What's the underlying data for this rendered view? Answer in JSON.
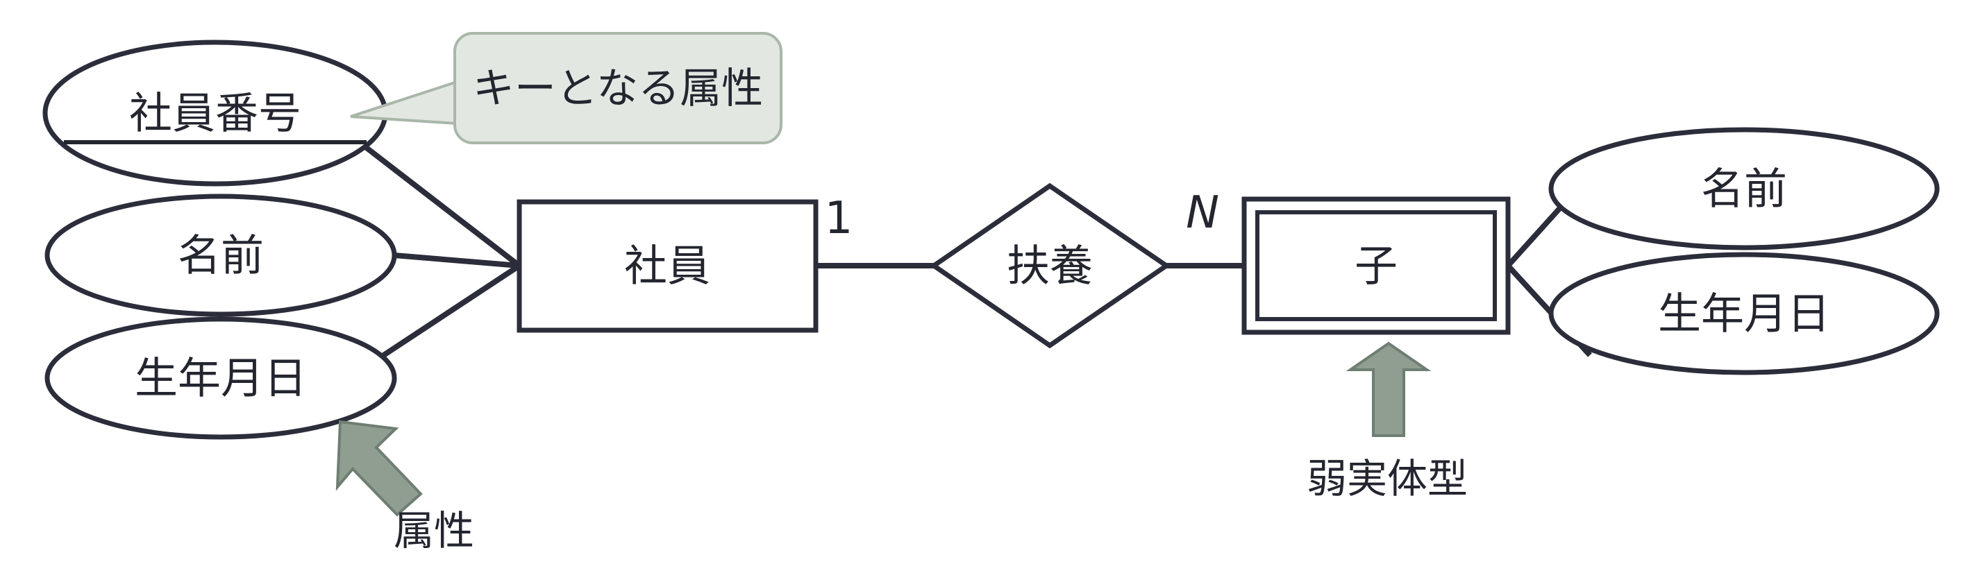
{
  "diagram": {
    "kind": "er-diagram",
    "background_color": "#ffffff",
    "line_color": "#2b2d3a",
    "text_color": "#23252f",
    "accent_color": "#8f9e91",
    "callout_fill": "#e2e7e2",
    "callout_border": "#a9b7a9"
  },
  "entities": [
    {
      "id": "employee",
      "label": "社員",
      "type": "strong-entity",
      "shape": "rectangle"
    },
    {
      "id": "child",
      "label": "子",
      "type": "weak-entity",
      "shape": "double-rectangle"
    }
  ],
  "relationships": [
    {
      "id": "support",
      "label": "扶養",
      "shape": "diamond",
      "left_cardinality": "1",
      "right_cardinality": "N"
    }
  ],
  "attributes": {
    "employee": [
      {
        "id": "employee-id",
        "label": "社員番号",
        "is_key": true
      },
      {
        "id": "employee-name",
        "label": "名前",
        "is_key": false
      },
      {
        "id": "employee-birthdate",
        "label": "生年月日",
        "is_key": false
      }
    ],
    "child": [
      {
        "id": "child-name",
        "label": "名前",
        "is_key": false
      },
      {
        "id": "child-birthdate",
        "label": "生年月日",
        "is_key": false
      }
    ]
  },
  "callouts": [
    {
      "id": "key-attribute-callout",
      "label": "キーとなる属性",
      "points_to": "employee-id"
    }
  ],
  "annotations": [
    {
      "id": "attribute-annotation",
      "label": "属性",
      "arrow": "diagonal-up-left",
      "points_to": "employee-birthdate"
    },
    {
      "id": "weak-entity-annotation",
      "label": "弱実体型",
      "arrow": "vertical-up",
      "points_to": "child"
    }
  ]
}
